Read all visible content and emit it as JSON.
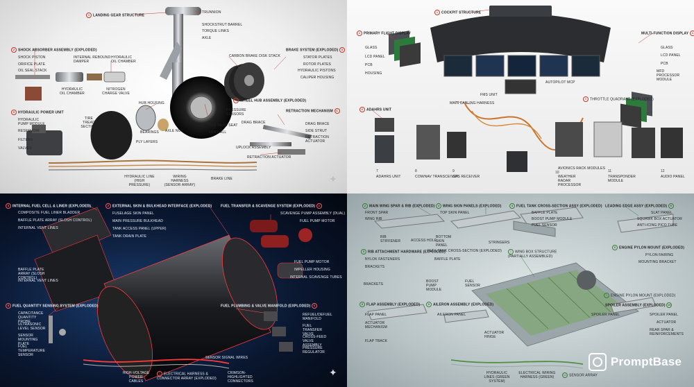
{
  "panels": {
    "landing_gear": {
      "title": "LANDING GEAR STRUCTURE",
      "labels": [
        "TRUNNION",
        "SHOCKSTRUT BARREL",
        "TORQUE LINKS",
        "AXLE",
        "SHOCK ABSORBER ASSEMBLY (EXPLODED)",
        "SHOCK PISTON",
        "ORIFICE PLATE",
        "OIL SEAL STACK",
        "INTERNAL REBOUND DAMPER",
        "HYDRAULIC OIL CHAMBER",
        "HYDRAULIC OIL CHAMBER",
        "NITROGEN CHARGE VALVE",
        "CARBON BRAKE DISK STACK",
        "BRAKE SYSTEM (EXPLODED)",
        "STATOR PLATES",
        "ROTOR PLATES",
        "HYDRAULIC PISTONS",
        "CALIPER HOUSING",
        "HYDRAULIC POWER UNIT",
        "HYDRAULIC PUMP MODULE",
        "RESERVOIR",
        "FILTERS",
        "VALVES",
        "TIRE TREAD SECTION",
        "HUB HOUSING",
        "BEARINGS",
        "PLY LAYERS",
        "AXLE NUT",
        "PRESSURE SENSORS",
        "WHEEL HUB ASSEMBLY (EXPLODED)",
        "TIRE BEAD SEAT",
        "SIDEWALL",
        "RETRACTION MECHANISM",
        "DRAG BRACE",
        "DRAG BRACE",
        "SIDE STRUT",
        "RETRACTION ACTUATOR",
        "UPLOCK ASSEMBLY",
        "RETRACTION ACTUATOR",
        "HYDRAULIC LINE (HIGH PRESSURE)",
        "WIRING HARNESS (SENSOR ARRAY)",
        "BRAKE LINE"
      ],
      "numbers": [
        "1",
        "2",
        "3",
        "4",
        "5",
        "6"
      ]
    },
    "cockpit": {
      "labels": [
        "COCKPIT STRUCTURE",
        "PRIMARY FLIGHT DISPLAY",
        "GLASS",
        "LCD PANEL",
        "PCB",
        "HOUSING",
        "MULTI-FUNCTION DISPLAY",
        "GLASS",
        "LCD PANEL",
        "PCB",
        "MFD PROCESSOR MODULE",
        "FMS UNIT",
        "MAIN CABLING HARNESS",
        "AUTOPILOT MCP",
        "THROTTLE QUADRANT (EXPLODED)",
        "ADAHRS UNIT",
        "ADAHRS UNIT",
        "COM/NAV TRANSCEIVER",
        "GPS RECEIVER",
        "AVIONICS RACK MODULES",
        "WEATHER RADAR PROCESSOR",
        "TRANSPONDER MODULE",
        "AUDIO PANEL"
      ],
      "numbers": [
        "1",
        "2",
        "3",
        "4",
        "5",
        "6",
        "7",
        "8",
        "9",
        "10",
        "11",
        "12"
      ]
    },
    "fuel_tank": {
      "labels": [
        "INTERNAL FUEL CELL & LINER (EXPLODED)",
        "COMPOSITE FUEL LINER BLADDER",
        "BAFFLE PLATE ARRAY (SLOSH CONTROL)",
        "INTERNAL VENT LINES",
        "EXTERNAL SKIN & BULKHEAD INTERFACE (EXPLODED)",
        "FUSELAGE SKIN PANEL",
        "MAIN PRESSURE BULKHEAD",
        "TANK ACCESS PANEL (UPPER)",
        "TANK DRAIN PLATE",
        "FUEL TRANSFER & SCAVENGE SYSTEM (EXPLODED)",
        "SCAVENGE PUMP ASSEMBLY (DUAL)",
        "FUEL PUMP MOTOR",
        "BAFFLE PLATE ARRAY (SLOSH CONTROL)",
        "INTERNAL VENT LINES",
        "FUEL PUMP MOTOR",
        "IMPELLER HOUSING",
        "INTERNAL SCAVENGE TUBES",
        "FUEL QUANTITY SENSING SYSTEM (EXPLODED)",
        "CAPACITANCE QUANTITY PROBE",
        "ULTRASONIC LEVEL SENSOR",
        "SENSOR MOUNTING PLATE",
        "FUEL TEMPERATURE SENSOR",
        "FUEL PLUMBING & VALVE MANIFOLD (EXPLODED)",
        "REFUEL/DEFUEL MANIFOLD",
        "FUEL TRANSFER VALVE",
        "CROSS-FEED VALVE ASSEMBLY",
        "PRESSURE REGULATOR",
        "SENSOR SIGNAL WIRES",
        "HIGH-VOLTAGE POWER CABLES",
        "ELECTRICAL HARNESS & CONNECTOR ARRAY (EXPLODED)",
        "CRIMSON-HIGHLIGHTED CONNECTORS"
      ],
      "numbers": [
        "1",
        "2",
        "3",
        "4",
        "5",
        "6",
        "7"
      ]
    },
    "wing": {
      "labels": [
        "MAIN WING SPAR & RIB (EXPLODED)",
        "FRONT SPAR",
        "WING RIB",
        "RIB STIFFENER",
        "ACCESS HOLE",
        "WING SKIN PANELS (EXPLODED)",
        "TOP SKIN PANEL",
        "BOTTOM SKIN PANEL",
        "STRINGERS",
        "FUEL TANK CROSS-SECTION ASSY (EXPLODED)",
        "BAFFLE PLATE",
        "BOOST PUMP MODULE",
        "FUEL SENSOR",
        "LEADING EDGE ASSY (EXPLODED)",
        "SLAT PANEL",
        "SQUAWK BOX ACTUATOR",
        "ANTI-ICING PICO TUBE",
        "RIB ATTACHMENT HARDWARE (EXPLODED)",
        "NYLOK FASTENERS",
        "BRACKETS",
        "FUEL TANK CROSS-SECTION (EXPLODED)",
        "BAFFLE PLATE",
        "WING BOX STRUCTURE (PARTIALLY ASSEMBLED)",
        "ENGINE PYLON MOUNT (EXPLODED)",
        "PYLON FAIRING",
        "MOUNTING BRACKET",
        "BRACKETS",
        "BOOST PUMP MODULE",
        "FUEL SENSOR",
        "ENGINE PYLON MOUNT (EXPLODED)",
        "FLAP ASSEMBLY (EXPLODED)",
        "FLAP PANEL",
        "ACTUATOR MECHANISM",
        "FLAP TRACK",
        "AILERON ASSEMBLY (EXPLODED)",
        "AILERON PANEL",
        "ACTUATOR HINGE",
        "SPOILER ASSEMBLY (EXPLODED)",
        "SPOILER PANEL",
        "SPOILER PANEL",
        "ACTUATOR",
        "REAR SPAR & REINFORCEMENTS",
        "HYDRAULIC LINES (GREEN SYSTEM)",
        "ELECTRICAL WIRING HARNESS (GREEN)",
        "SENSOR ARRAY"
      ],
      "numbers": [
        "1",
        "2",
        "3",
        "4",
        "5",
        "6",
        "7",
        "8",
        "9",
        "10",
        "11"
      ]
    }
  },
  "watermark": {
    "brand": "PromptBase",
    "icon": "promptbase-logo-icon"
  },
  "colors": {
    "panel3_accent": "#ff3b3b",
    "panel4_accent": "#7cc36a",
    "panel1_accent": "#c0392b"
  }
}
